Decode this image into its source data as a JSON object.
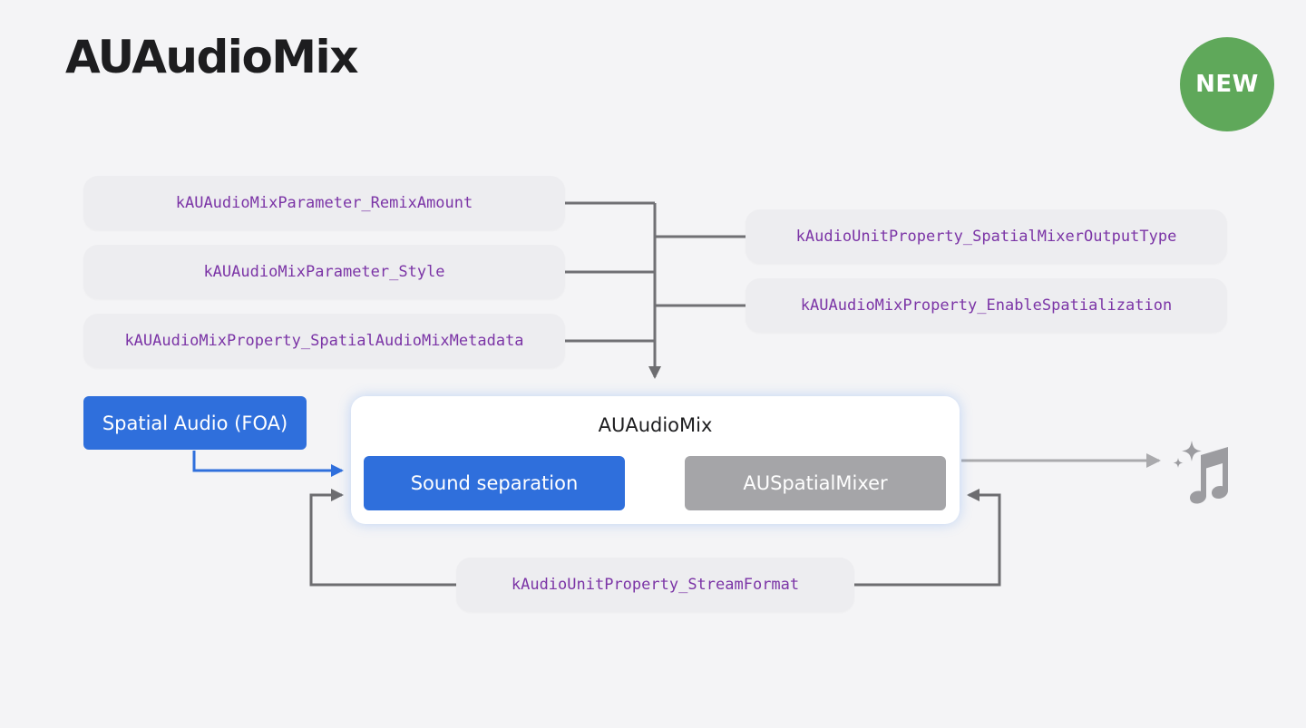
{
  "title": "AUAudioMix",
  "badge": "NEW",
  "params_left": [
    "kAUAudioMixParameter_RemixAmount",
    "kAUAudioMixParameter_Style",
    "kAUAudioMixProperty_SpatialAudioMixMetadata"
  ],
  "params_right": [
    "kAudioUnitProperty_SpatialMixerOutputType",
    "kAUAudioMixProperty_EnableSpatialization"
  ],
  "input": "Spatial Audio (FOA)",
  "mix": {
    "label": "AUAudioMix",
    "stage1": "Sound separation",
    "stage2": "AUSpatialMixer"
  },
  "stream_format": "kAudioUnitProperty_StreamFormat",
  "output_icon": "spatial-music-icon",
  "colors": {
    "accent_blue": "#2f6fdc",
    "param_text": "#7b34a6",
    "badge_green": "#5fa85a",
    "mixer_gray": "#a5a5a8"
  }
}
